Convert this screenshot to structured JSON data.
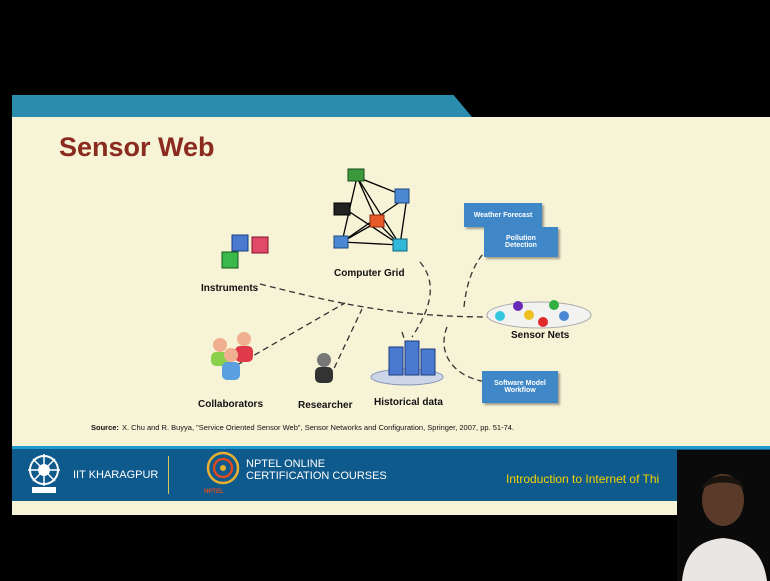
{
  "slide": {
    "title": "Sensor Web",
    "source_label": "Source:",
    "source_text": "X. Chu and R. Buyya, \"Service Oriented Sensor Web\", Sensor Networks and Configuration, Springer, 2007, pp. 51-74."
  },
  "diagram": {
    "labels": {
      "instruments": "Instruments",
      "computer_grid": "Computer Grid",
      "sensor_nets": "Sensor Nets",
      "collaborators": "Collaborators",
      "researcher": "Researcher",
      "historical_data": "Historical data"
    },
    "boxes": {
      "weather_forecast": "Weather Forecast",
      "pollution_detection_line1": "Pollution",
      "pollution_detection_line2": "Detection",
      "software_model_line1": "Software Model",
      "software_model_line2": "Workflow"
    },
    "colors": {
      "title": "#8b2a1e",
      "box": "#3f87c7",
      "background": "#f6f3d6"
    }
  },
  "footer": {
    "iit": "IIT KHARAGPUR",
    "nptel_line1": "NPTEL ONLINE",
    "nptel_line2": "CERTIFICATION COURSES",
    "nptel_small": "NPTEL",
    "course": "Introduction to Internet of Thi"
  }
}
